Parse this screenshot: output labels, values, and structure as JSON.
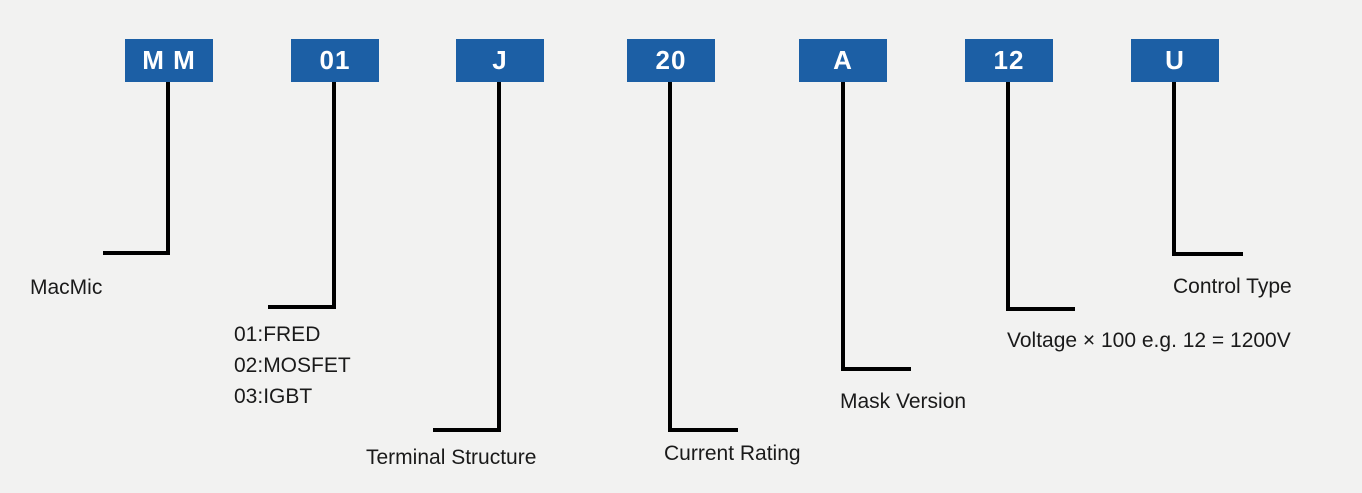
{
  "colors": {
    "box_fill": "#1c5fa5",
    "box_text": "#ffffff",
    "connector": "#000000",
    "background": "#f2f2f1"
  },
  "segments": [
    {
      "code": "M M",
      "label_lines": [
        "MacMic"
      ]
    },
    {
      "code": "01",
      "label_lines": [
        "01:FRED",
        "02:MOSFET",
        "03:IGBT"
      ]
    },
    {
      "code": "J",
      "label_lines": [
        "Terminal Structure"
      ]
    },
    {
      "code": "20",
      "label_lines": [
        "Current Rating"
      ]
    },
    {
      "code": "A",
      "label_lines": [
        "Mask Version"
      ]
    },
    {
      "code": "12",
      "label_lines": [
        "Voltage × 100 e.g. 12 = 1200V"
      ]
    },
    {
      "code": "U",
      "label_lines": [
        "Control Type"
      ]
    }
  ]
}
